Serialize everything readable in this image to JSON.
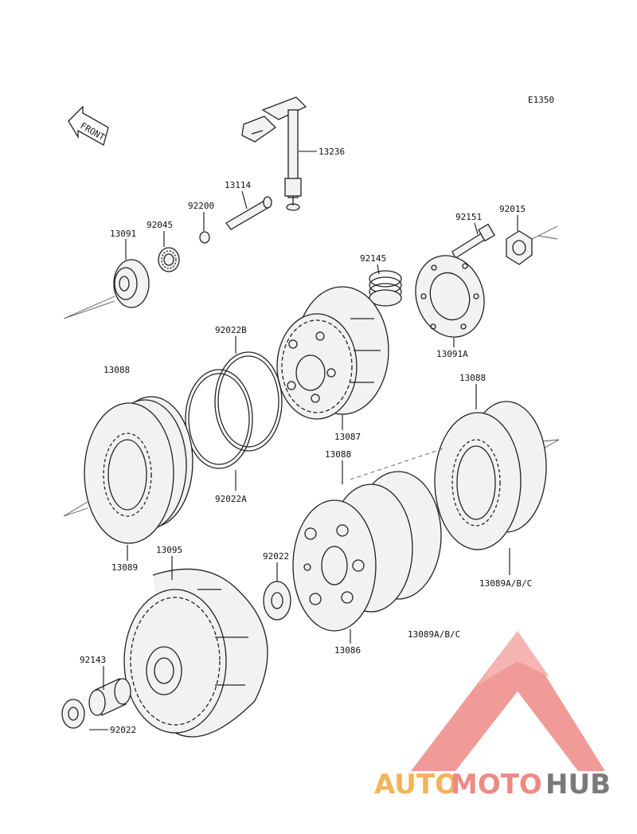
{
  "diagram": {
    "code": "E1350",
    "front_label": "FRONT",
    "parts": {
      "p13236": "13236",
      "p13114": "13114",
      "p92200": "92200",
      "p92045": "92045",
      "p13091": "13091",
      "p92151": "92151",
      "p92015": "92015",
      "p92145": "92145",
      "p13091A": "13091A",
      "p92022B": "92022B",
      "p13088_left": "13088",
      "p13088_right": "13088",
      "p13088_mid": "13088",
      "p13087": "13087",
      "p92022A": "92022A",
      "p13089": "13089",
      "p13095": "13095",
      "p92022_mid": "92022",
      "p13089ABC_right": "13089A/B/C",
      "p13089ABC_mid": "13089A/B/C",
      "p13086": "13086",
      "p92143": "92143",
      "p92022_bottom": "92022"
    }
  },
  "watermark": {
    "text_left": "AUTO",
    "text_mid": "MOTO",
    "text_right": "HUB",
    "color_orange": "#f2b35a",
    "color_red": "#ee8a86",
    "color_gray": "#7a7a7a"
  }
}
